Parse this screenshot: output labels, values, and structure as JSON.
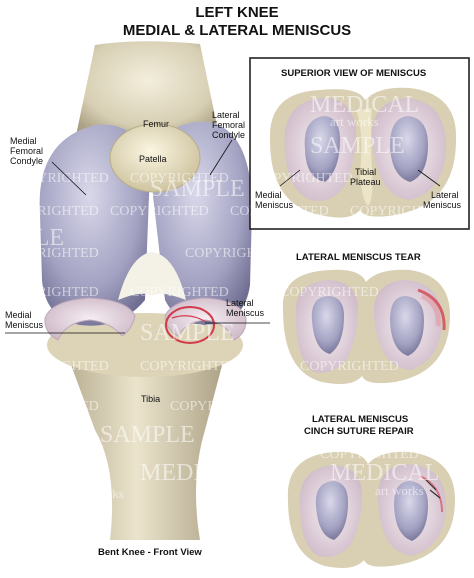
{
  "title_line1": "LEFT KNEE",
  "title_line2": "MEDIAL & LATERAL MENISCUS",
  "front_view": {
    "femur": "Femur",
    "patella": "Patella",
    "lateral_femoral_condyle_1": "Lateral",
    "lateral_femoral_condyle_2": "Femoral",
    "lateral_femoral_condyle_3": "Condyle",
    "medial_femoral_condyle_1": "Medial",
    "medial_femoral_condyle_2": "Femoral",
    "medial_femoral_condyle_3": "Condyle",
    "medial_meniscus_1": "Medial",
    "medial_meniscus_2": "Meniscus",
    "lateral_meniscus_1": "Lateral",
    "lateral_meniscus_2": "Meniscus",
    "tibia": "Tibia",
    "caption": "Bent Knee - Front View"
  },
  "superior_view": {
    "heading": "SUPERIOR VIEW OF MENISCUS",
    "tibial_plateau_1": "Tibial",
    "tibial_plateau_2": "Plateau",
    "medial_meniscus_1": "Medial",
    "medial_meniscus_2": "Meniscus",
    "lateral_meniscus_1": "Lateral",
    "lateral_meniscus_2": "Meniscus"
  },
  "tear_heading": "LATERAL MENISCUS TEAR",
  "repair_heading_1": "LATERAL MENISCUS",
  "repair_heading_2": "CINCH SUTURE REPAIR",
  "watermark": {
    "copyrighted": "COPYRIGHTED",
    "sample": "SAMPLE",
    "mple": "MPLE",
    "medical": "MEDICAL",
    "cal": "CAL",
    "art_works": "art works",
    "works": "works"
  },
  "colors": {
    "bone_light": "#e6dfc6",
    "bone_shade": "#b8ae92",
    "cartilage": "#a9a8c4",
    "meniscus": "#e9d9e3",
    "tear_red": "#d23b4a",
    "frame": "#222222"
  }
}
